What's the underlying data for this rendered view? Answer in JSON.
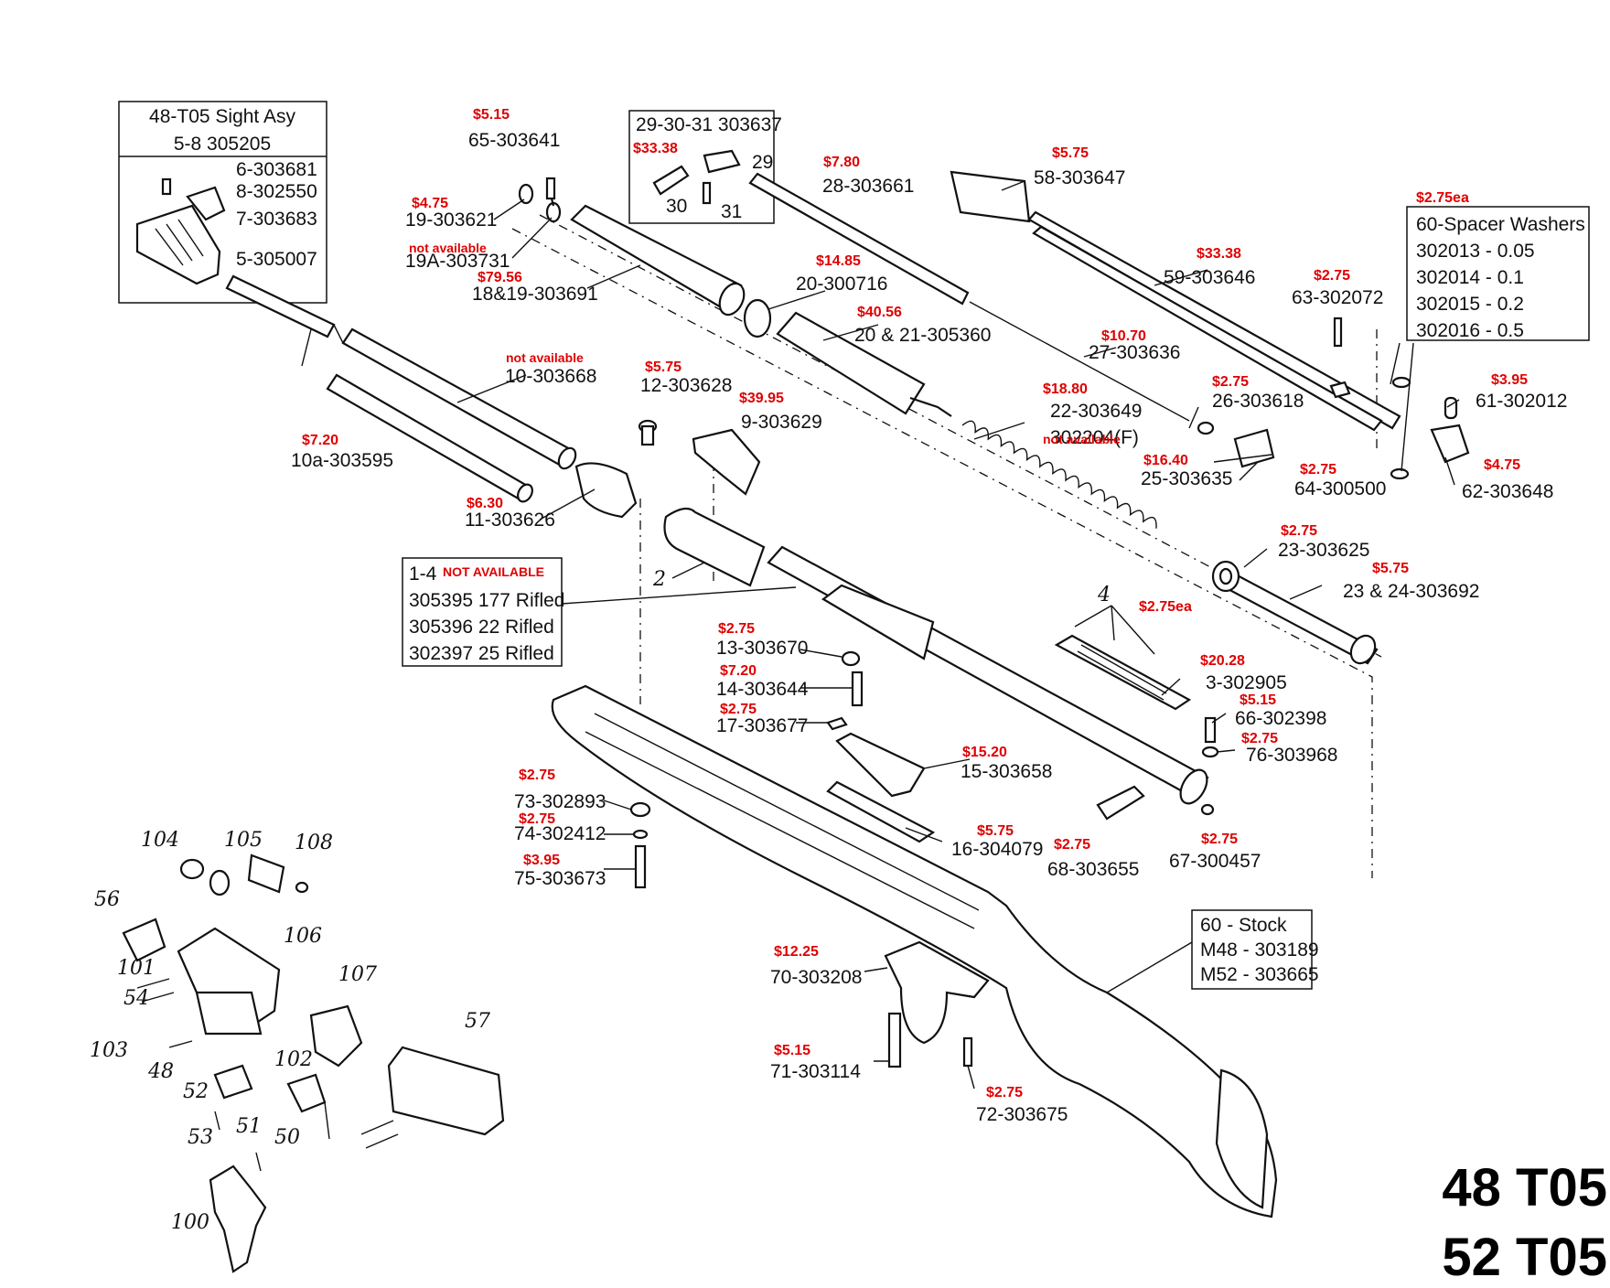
{
  "model": {
    "line1": "48 T05",
    "line2": "52 T05"
  },
  "boxes": {
    "sight": {
      "title1": "48-T05 Sight Asy",
      "title2": "5-8 305205",
      "items": [
        "6-303681",
        "8-302550",
        "7-303683",
        "5-305007"
      ]
    },
    "pin_asy": {
      "title": "29-30-31 303637",
      "price": "$33.38",
      "n29": "29",
      "n30": "30",
      "n31": "31"
    },
    "spacer": {
      "price": "$2.75ea",
      "title": "60-Spacer Washers",
      "items": [
        "302013 - 0.05",
        "302014 - 0.1",
        "302015 - 0.2",
        "302016 - 0.5"
      ]
    },
    "barrel": {
      "title": "1-4",
      "note": "NOT AVAILABLE",
      "items": [
        "305395 177 Rifled",
        "305396 22 Rifled",
        "302397 25 Rifled"
      ]
    },
    "stock": {
      "title": "60 - Stock",
      "items": [
        "M48 - 303189",
        "M52 - 303665"
      ]
    }
  },
  "parts": [
    {
      "id": "65",
      "label": "65-303641",
      "price": "$5.15"
    },
    {
      "id": "19",
      "label": "19-303621",
      "price": "$4.75"
    },
    {
      "id": "19A",
      "label": "19A-303731",
      "price": "not available"
    },
    {
      "id": "18",
      "label": "18&19-303691",
      "price": "$79.56"
    },
    {
      "id": "28",
      "label": "28-303661",
      "price": "$7.80"
    },
    {
      "id": "58",
      "label": "58-303647",
      "price": "$5.75"
    },
    {
      "id": "59",
      "label": "59-303646",
      "price": "$33.38"
    },
    {
      "id": "63",
      "label": "63-302072",
      "price": "$2.75"
    },
    {
      "id": "20",
      "label": "20-300716",
      "price": "$14.85"
    },
    {
      "id": "20b",
      "label": "20 & 21-305360",
      "price": "$40.56"
    },
    {
      "id": "27",
      "label": "27-303636",
      "price": "$10.70"
    },
    {
      "id": "10",
      "label": "10-303668",
      "price": "not available"
    },
    {
      "id": "12",
      "label": "12-303628",
      "price": "$5.75"
    },
    {
      "id": "9",
      "label": "9-303629",
      "price": "$39.95"
    },
    {
      "id": "22",
      "label": "22-303649",
      "price": "$18.80"
    },
    {
      "id": "22b",
      "label": "302204(F)",
      "price": "not available"
    },
    {
      "id": "26",
      "label": "26-303618",
      "price": "$2.75"
    },
    {
      "id": "61",
      "label": "61-302012",
      "price": "$3.95"
    },
    {
      "id": "10a",
      "label": "10a-303595",
      "price": "$7.20"
    },
    {
      "id": "25",
      "label": "25-303635",
      "price": "$16.40"
    },
    {
      "id": "64",
      "label": "64-300500",
      "price": "$2.75"
    },
    {
      "id": "62",
      "label": "62-303648",
      "price": "$4.75"
    },
    {
      "id": "11",
      "label": "11-303626",
      "price": "$6.30"
    },
    {
      "id": "23",
      "label": "23-303625",
      "price": "$2.75"
    },
    {
      "id": "23b",
      "label": "23 & 24-303692",
      "price": "$5.75"
    },
    {
      "id": "13",
      "label": "13-303670",
      "price": "$2.75"
    },
    {
      "id": "14",
      "label": "14-303644",
      "price": "$7.20"
    },
    {
      "id": "17",
      "label": "17-303677",
      "price": "$2.75"
    },
    {
      "id": "3",
      "label": "3-302905",
      "price": "$20.28"
    },
    {
      "id": "66",
      "label": "66-302398",
      "price": "$5.15"
    },
    {
      "id": "76",
      "label": "76-303968",
      "price": "$2.75"
    },
    {
      "id": "15",
      "label": "15-303658",
      "price": "$15.20"
    },
    {
      "id": "16",
      "label": "16-304079",
      "price": "$5.75"
    },
    {
      "id": "68",
      "label": "68-303655",
      "price": "$2.75"
    },
    {
      "id": "67",
      "label": "67-300457",
      "price": "$2.75"
    },
    {
      "id": "73",
      "label": "73-302893",
      "price": "$2.75"
    },
    {
      "id": "74",
      "label": "74-302412",
      "price": "$2.75"
    },
    {
      "id": "75",
      "label": "75-303673",
      "price": "$3.95"
    },
    {
      "id": "70",
      "label": "70-303208",
      "price": "$12.25"
    },
    {
      "id": "71",
      "label": "71-303114",
      "price": "$5.15"
    },
    {
      "id": "72",
      "label": "72-303675",
      "price": "$2.75"
    }
  ],
  "callouts": {
    "n2": "2",
    "n4": "4",
    "n4price": "$2.75ea"
  },
  "trigger_group": [
    "104",
    "105",
    "108",
    "56",
    "106",
    "101",
    "107",
    "54",
    "57",
    "103",
    "48",
    "102",
    "52",
    "53",
    "51",
    "50",
    "100"
  ]
}
